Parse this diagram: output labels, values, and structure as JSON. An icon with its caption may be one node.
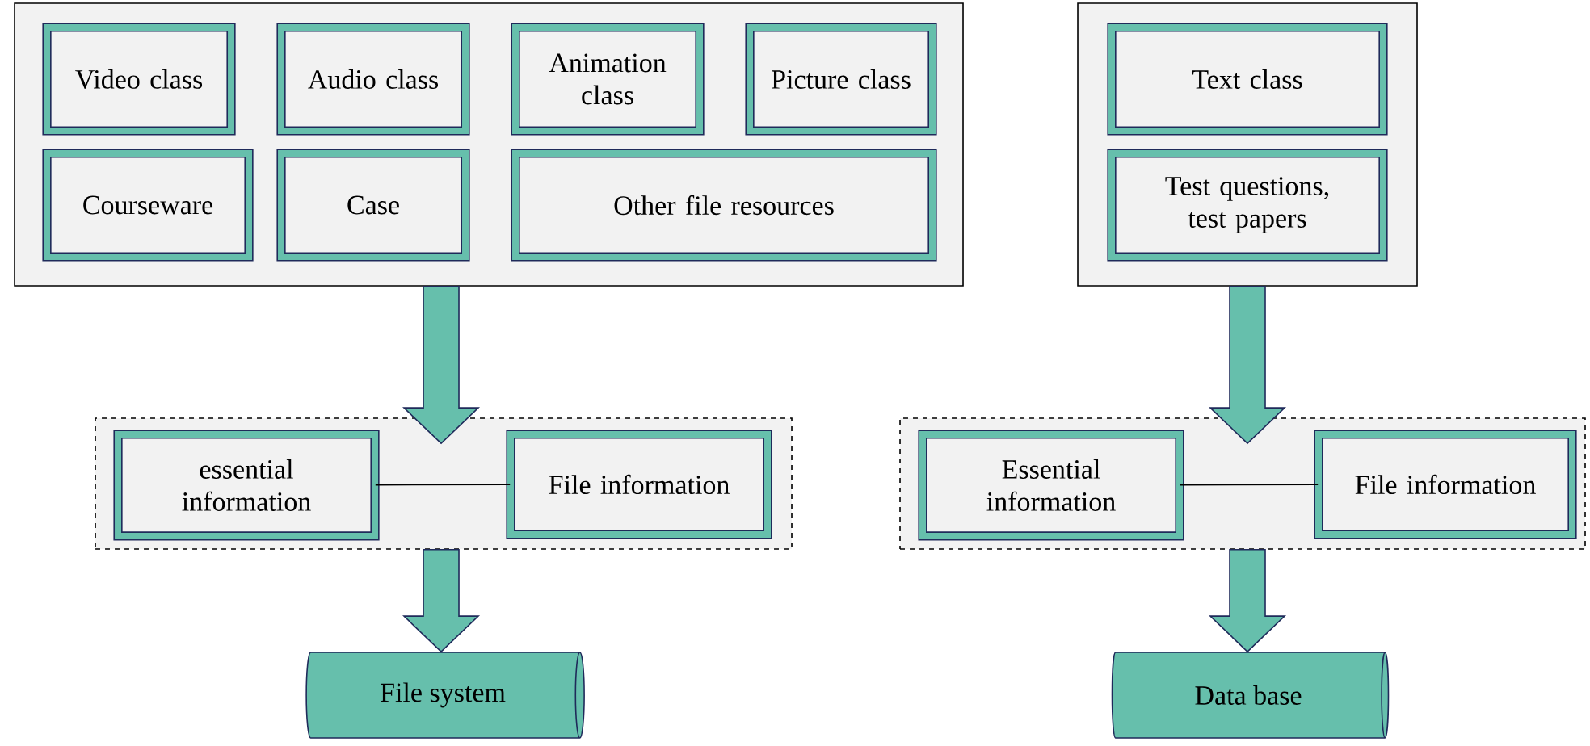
{
  "diagram": {
    "nodes": [
      {
        "text": [],
        "shape": "box"
      },
      {
        "text": [
          "Video class"
        ],
        "in": 0
      },
      {
        "text": [
          "Audio class"
        ],
        "in": 0
      },
      {
        "text": [
          "Animation class"
        ],
        "in": 0
      },
      {
        "text": [
          "Picture class"
        ],
        "in": 0
      },
      {
        "text": [
          "Courseware"
        ],
        "in": 0
      },
      {
        "text": [
          "Case"
        ],
        "in": 0
      },
      {
        "text": [
          "Other file resources"
        ],
        "in": 0
      },
      {
        "text": [],
        "shape": "box"
      },
      {
        "text": [
          "Text class"
        ],
        "in": 8
      },
      {
        "text": [
          "Test questions, test papers"
        ],
        "in": 8
      },
      {
        "text": [],
        "shape": "box"
      },
      {
        "text": [
          "essential information"
        ],
        "in": 11
      },
      {
        "text": [
          "File information"
        ],
        "in": 11
      },
      {
        "text": [],
        "shape": "box"
      },
      {
        "text": [
          "Essential information"
        ],
        "in": 14
      },
      {
        "text": [
          "File information"
        ],
        "in": 14
      },
      {
        "text": [
          "File system"
        ]
      },
      {
        "text": [
          "Data base"
        ]
      }
    ],
    "edges": [
      {
        "from": 0,
        "to": 11,
        "arrow": "to",
        "style": "thick"
      },
      {
        "from": 8,
        "to": 14,
        "arrow": "to",
        "style": "thick"
      },
      {
        "from": 12,
        "to": 13,
        "arrow": "none"
      },
      {
        "from": 15,
        "to": 16,
        "arrow": "none"
      },
      {
        "from": 11,
        "to": 17,
        "arrow": "to",
        "style": "thick"
      },
      {
        "from": 14,
        "to": 18,
        "arrow": "to",
        "style": "thick"
      }
    ]
  }
}
